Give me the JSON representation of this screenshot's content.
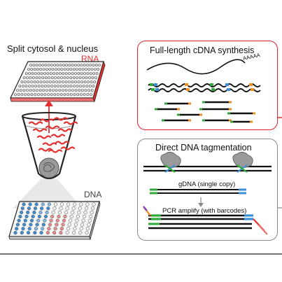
{
  "left": {
    "title": "Split cytosol & nucleus",
    "rna_label": "RNA",
    "dna_label": "DNA"
  },
  "cdna_panel": {
    "title": "Full-length cDNA synthesis",
    "polya": "AAAAA",
    "border_color": "#e0202a"
  },
  "tagment_panel": {
    "title": "Direct DNA tagmentation",
    "gdna_label": "gDNA  (single copy)",
    "pcr_label": "PCR amplify (with barcodes)",
    "border_color": "#8a8a8a"
  },
  "colors": {
    "rna": "#e53030",
    "green": "#2faa3a",
    "blue": "#3a8fd8",
    "orange": "#f09020",
    "purple": "#8a3fc0",
    "gray": "#9c9c9c"
  }
}
